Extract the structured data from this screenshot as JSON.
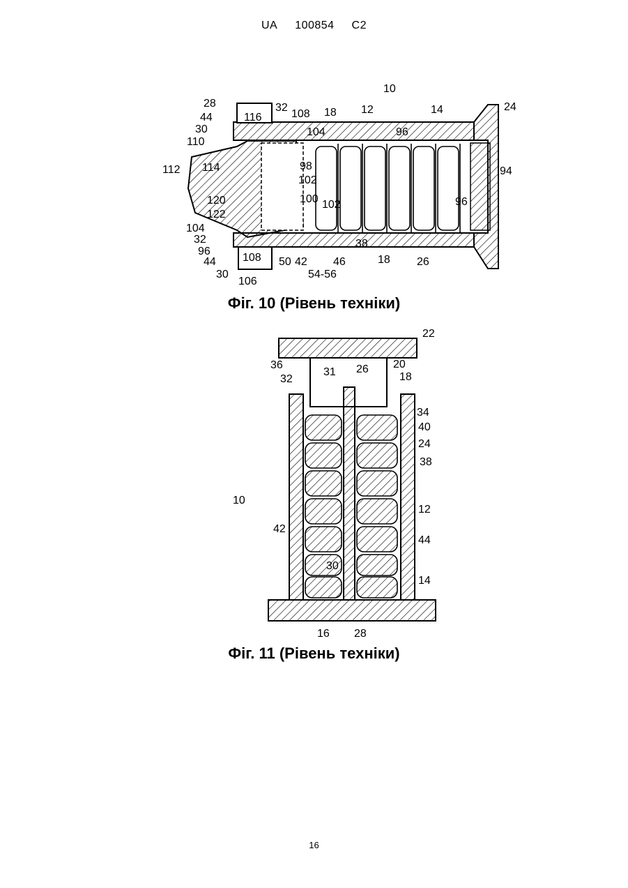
{
  "header": {
    "country": "UA",
    "number": "100854",
    "kind": "C2"
  },
  "figures": [
    {
      "caption": "Фіг. 10 (Рівень техніки)",
      "labels": [
        "28",
        "116",
        "32",
        "108",
        "18",
        "12",
        "10",
        "14",
        "24",
        "44",
        "30",
        "104",
        "96",
        "110",
        "112",
        "114",
        "98",
        "102",
        "94",
        "120",
        "100",
        "102",
        "96",
        "122",
        "104",
        "32",
        "38",
        "96",
        "18",
        "26",
        "44",
        "108",
        "50",
        "42",
        "46",
        "30",
        "106",
        "54-56"
      ]
    },
    {
      "caption": "Фіг. 11 (Рівень техніки)",
      "labels": [
        "22",
        "36",
        "31",
        "26",
        "20",
        "32",
        "18",
        "34",
        "40",
        "24",
        "38",
        "10",
        "12",
        "42",
        "44",
        "30",
        "14",
        "16",
        "28"
      ]
    }
  ],
  "page_number": "16"
}
